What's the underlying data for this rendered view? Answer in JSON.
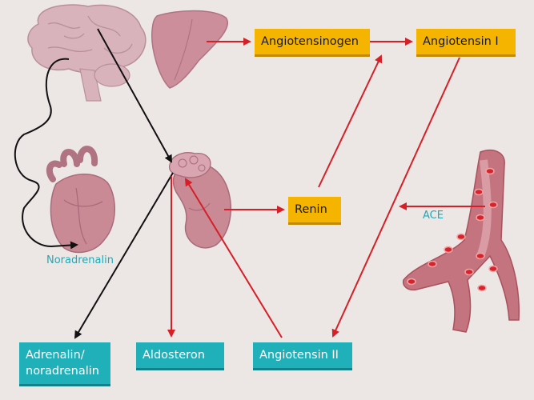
{
  "nodes": {
    "angiotensinogen": "Angiotensinogen",
    "angiotensin_1": "Angiotensin I",
    "renin": "Renin",
    "angiotensin_2": "Angiotensin II",
    "aldosteron": "Aldosteron",
    "adrenalin_line1": "Adrenalin/",
    "adrenalin_line2": "noradrenalin"
  },
  "labels": {
    "noradrenalin": "Noradrenalin",
    "ace": "ACE"
  },
  "colors": {
    "background": "#ece6e5",
    "yellow_box": "#f5b400",
    "teal_box": "#1fb0ba",
    "red_arrow": "#d61f26",
    "black_arrow": "#111111",
    "organ": "#c98a96"
  }
}
